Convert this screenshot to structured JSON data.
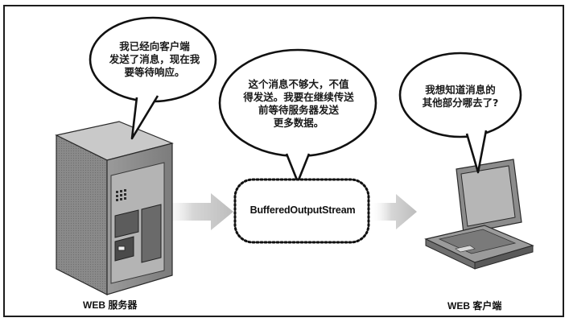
{
  "bubbles": {
    "server": {
      "line1": "我已经向客户端",
      "line2": "发送了消息，现在我",
      "line3": "要等待响应。"
    },
    "buffer": {
      "line1": "这个消息不够大，不值",
      "line2": "得发送。我要在继续传送",
      "line3": "前等待服务器发送",
      "line4": "更多数据。"
    },
    "client": {
      "line1": "我想知道消息的",
      "line2": "其他部分哪去了?"
    }
  },
  "buffer_box": {
    "label": "BufferedOutputStream"
  },
  "captions": {
    "server": "WEB 服务器",
    "client": "WEB 客户端"
  }
}
